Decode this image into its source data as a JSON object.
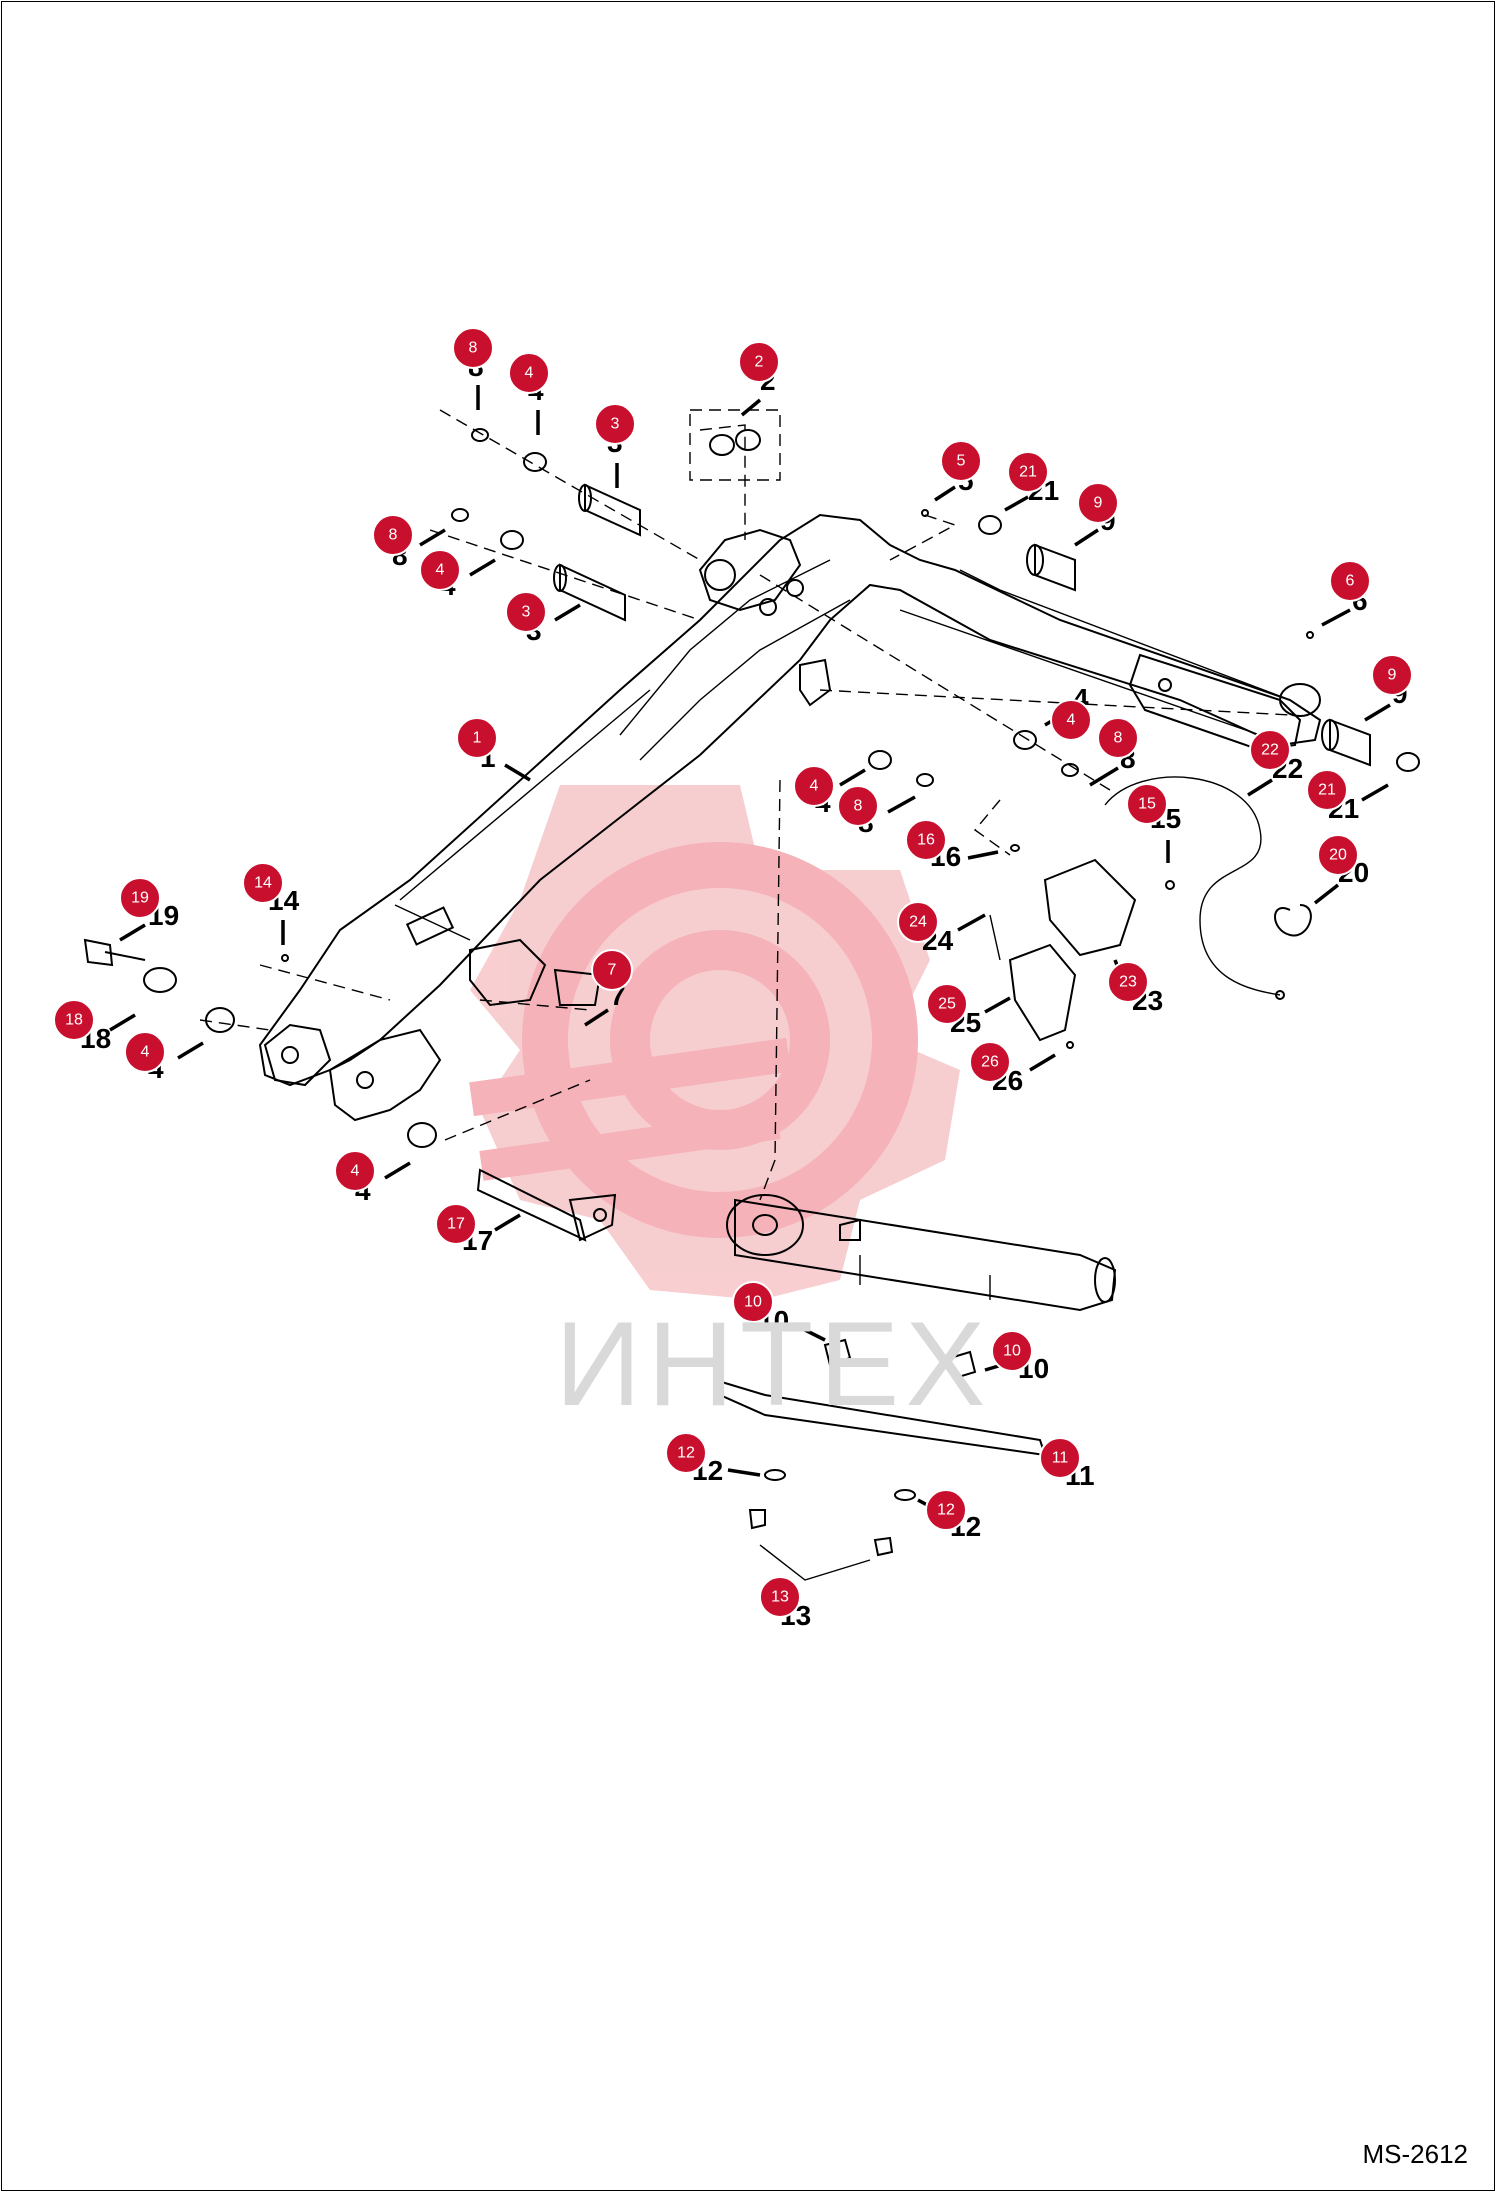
{
  "watermark": {
    "text": "ИНТЕХ",
    "color": "#d9d9d9",
    "logo_color": "#f7c9cc"
  },
  "reference_code": "MS-2612",
  "badge_color": "#c8102e",
  "callouts": [
    {
      "id": "c8a",
      "n": "8"
    },
    {
      "id": "c4a",
      "n": "4"
    },
    {
      "id": "c3a",
      "n": "3"
    },
    {
      "id": "c2",
      "n": "2"
    },
    {
      "id": "c8b",
      "n": "8"
    },
    {
      "id": "c4b",
      "n": "4"
    },
    {
      "id": "c3b",
      "n": "3"
    },
    {
      "id": "c5",
      "n": "5"
    },
    {
      "id": "c21a",
      "n": "21"
    },
    {
      "id": "c9a",
      "n": "9"
    },
    {
      "id": "c6",
      "n": "6"
    },
    {
      "id": "c9b",
      "n": "9"
    },
    {
      "id": "c4c",
      "n": "4"
    },
    {
      "id": "c8c",
      "n": "8"
    },
    {
      "id": "c22",
      "n": "22"
    },
    {
      "id": "c21b",
      "n": "21"
    },
    {
      "id": "c1",
      "n": "1"
    },
    {
      "id": "c4d",
      "n": "4"
    },
    {
      "id": "c8d",
      "n": "8"
    },
    {
      "id": "c15",
      "n": "15"
    },
    {
      "id": "c16",
      "n": "16"
    },
    {
      "id": "c20",
      "n": "20"
    },
    {
      "id": "c14",
      "n": "14"
    },
    {
      "id": "c19",
      "n": "19"
    },
    {
      "id": "c24",
      "n": "24"
    },
    {
      "id": "c7",
      "n": "7"
    },
    {
      "id": "c23",
      "n": "23"
    },
    {
      "id": "c18",
      "n": "18"
    },
    {
      "id": "c4e",
      "n": "4"
    },
    {
      "id": "c25",
      "n": "25"
    },
    {
      "id": "c26",
      "n": "26"
    },
    {
      "id": "c4f",
      "n": "4"
    },
    {
      "id": "c17",
      "n": "17"
    },
    {
      "id": "c10a",
      "n": "10"
    },
    {
      "id": "c10b",
      "n": "10"
    },
    {
      "id": "c12a",
      "n": "12"
    },
    {
      "id": "c11",
      "n": "11"
    },
    {
      "id": "c12b",
      "n": "12"
    },
    {
      "id": "c13",
      "n": "13"
    }
  ]
}
